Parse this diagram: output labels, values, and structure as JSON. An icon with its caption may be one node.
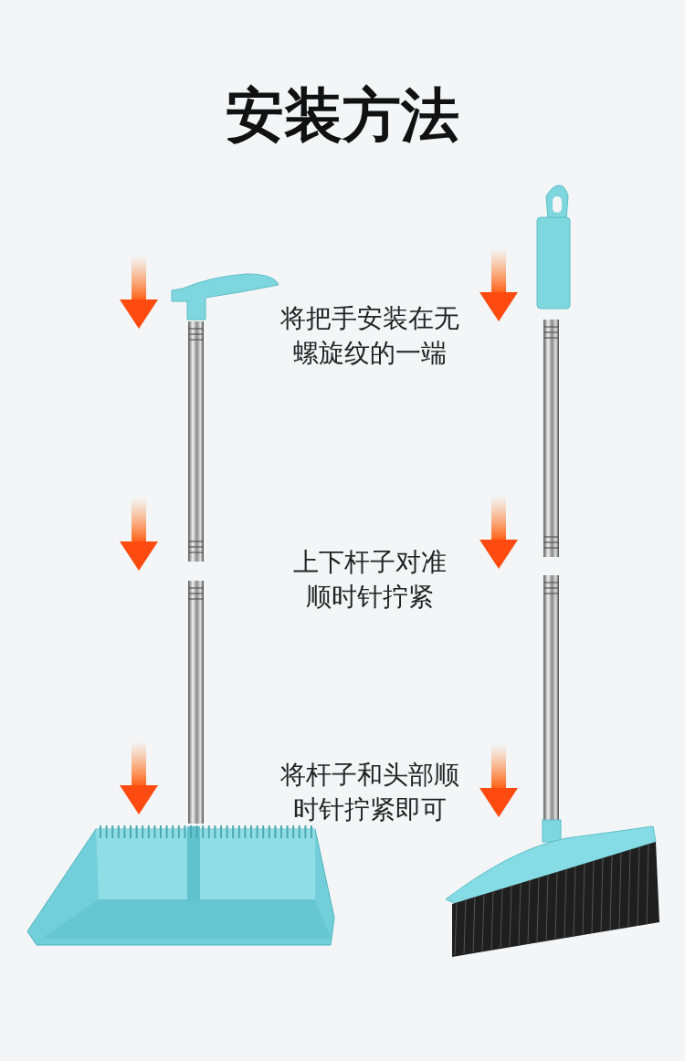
{
  "diagram": {
    "title": "安装方法",
    "labels": [
      "将把手安装在无螺旋纹的一端",
      "上下杆子对准顺时针拧紧",
      "将杆子和头部顺时针拧紧即可"
    ]
  }
}
